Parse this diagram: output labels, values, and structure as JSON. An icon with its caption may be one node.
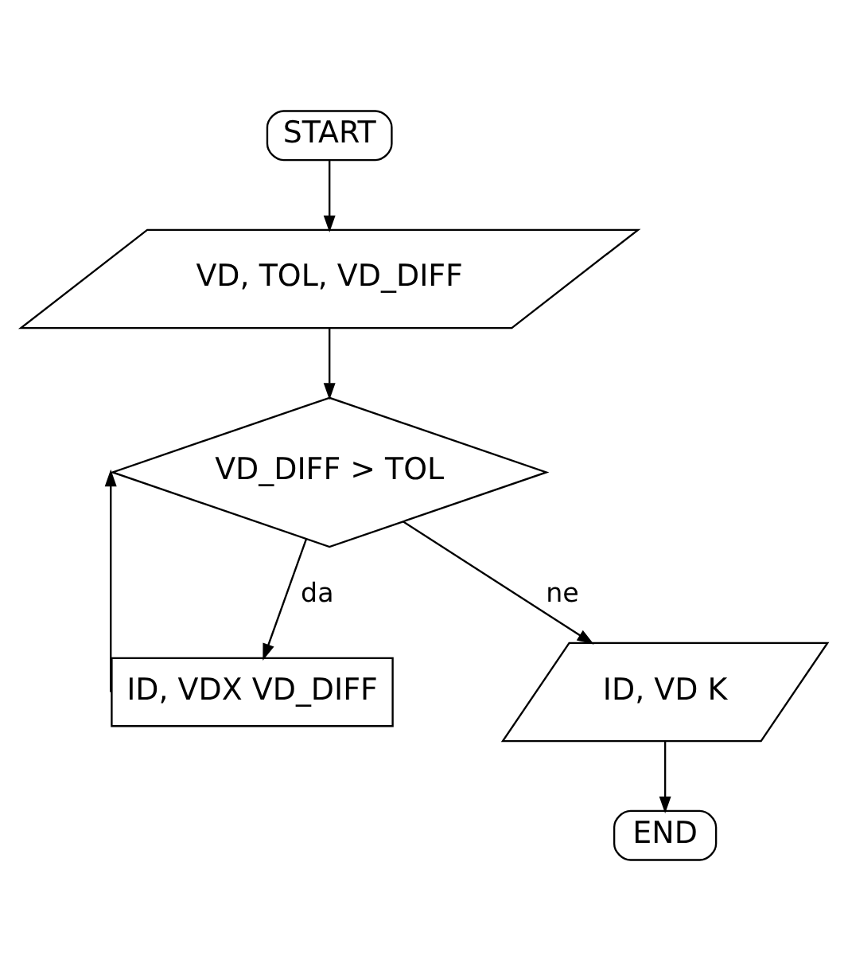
{
  "diagram": {
    "nodes": [
      {
        "text": [
          "START"
        ]
      },
      {
        "text": [
          "VD, TOL, VD_DIFF"
        ]
      },
      {
        "text": [
          "VD_DIFF > TOL"
        ]
      },
      {
        "text": [
          "ID, VDX VD_DIFF"
        ]
      },
      {
        "text": [
          "ID, VD K"
        ]
      },
      {
        "text": [
          "END"
        ]
      }
    ],
    "edges": [
      {
        "from": 0,
        "to": 1,
        "arrow": "to"
      },
      {
        "from": 1,
        "to": 2,
        "arrow": "to"
      },
      {
        "from": 2,
        "to": 3,
        "arrow": "to",
        "label": "da"
      },
      {
        "from": 3,
        "to": 2,
        "arrow": "to"
      },
      {
        "from": 2,
        "to": 4,
        "arrow": "to",
        "label": "ne"
      },
      {
        "from": 4,
        "to": 5,
        "arrow": "to"
      }
    ]
  }
}
